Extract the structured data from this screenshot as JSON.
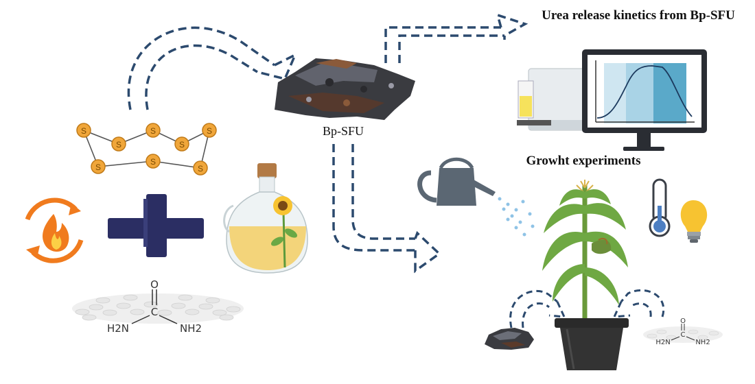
{
  "labels": {
    "kinetics_title": "Urea release kinetics from Bp-SFU",
    "product_name": "Bp-SFU",
    "growth_title": "Growht experiments"
  },
  "sulfur_ring": {
    "atom_label": "S",
    "atom_count": 8
  },
  "urea_large": {
    "oxygen": "O",
    "carbon": "C",
    "nh2_left": "H2N",
    "nh2_right": "NH2"
  },
  "urea_small": {
    "oxygen": "O",
    "carbon": "C",
    "nh2_left": "H2N",
    "nh2_right": "NH2"
  },
  "colors": {
    "arrow": "#2c4a6e",
    "sulfur_atom": "#f0a63a",
    "fire": "#f07b1e",
    "plus": "#2b2e63",
    "monitor_fill": "#5aa9c9",
    "oil": "#f3d47a",
    "pot": "#2a2a2a",
    "watering_can": "#5b6773",
    "water_drops": "#8fc3e6",
    "bulb": "#f7c331",
    "thermometer_bulb": "#4d7fc2"
  }
}
